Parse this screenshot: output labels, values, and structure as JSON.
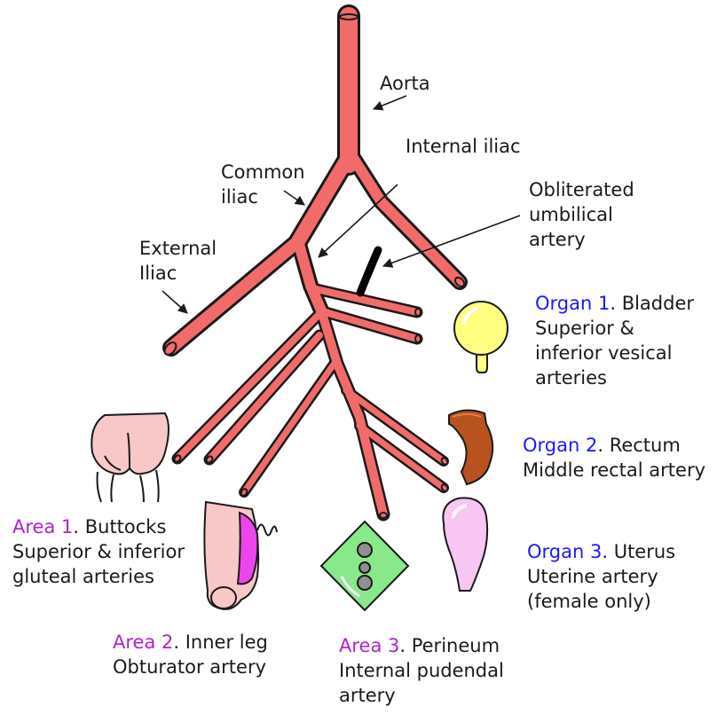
{
  "labels": {
    "aorta": "Aorta",
    "internal_iliac": "Internal iliac",
    "common_iliac": [
      "Common",
      "iliac"
    ],
    "external_iliac": [
      "External",
      "Iliac"
    ],
    "obliterated": [
      "Obliterated",
      "umbilical",
      "artery"
    ]
  },
  "organs": [
    {
      "tag": "Organ 1",
      "name": ". Bladder",
      "lines": [
        "Superior &",
        "inferior vesical",
        "arteries"
      ]
    },
    {
      "tag": "Organ 2",
      "name": ". Rectum",
      "lines": [
        "Middle rectal artery"
      ]
    },
    {
      "tag": "Organ 3",
      "name": ". Uterus",
      "lines": [
        "Uterine artery",
        "(female only)"
      ]
    }
  ],
  "areas": [
    {
      "tag": "Area 1",
      "name": ". Buttocks",
      "lines": [
        "Superior & inferior",
        "gluteal arteries"
      ]
    },
    {
      "tag": "Area 2",
      "name": ". Inner leg",
      "lines": [
        "Obturator artery"
      ]
    },
    {
      "tag": "Area 3",
      "name": ". Perineum",
      "lines": [
        "Internal pudendal",
        "artery"
      ]
    }
  ],
  "colors": {
    "artery": "#f26b6b",
    "artery_outline": "#1a1a1a",
    "organ_label": "#1a1aff",
    "area_label": "#b020d0",
    "bladder": "#ffff80",
    "rectum": "#b8521e",
    "uterus": "#f7c6f2",
    "perineum": "#88e88a",
    "skin": "#f8c8c8",
    "inner_leg_highlight": "#ee44ee"
  }
}
